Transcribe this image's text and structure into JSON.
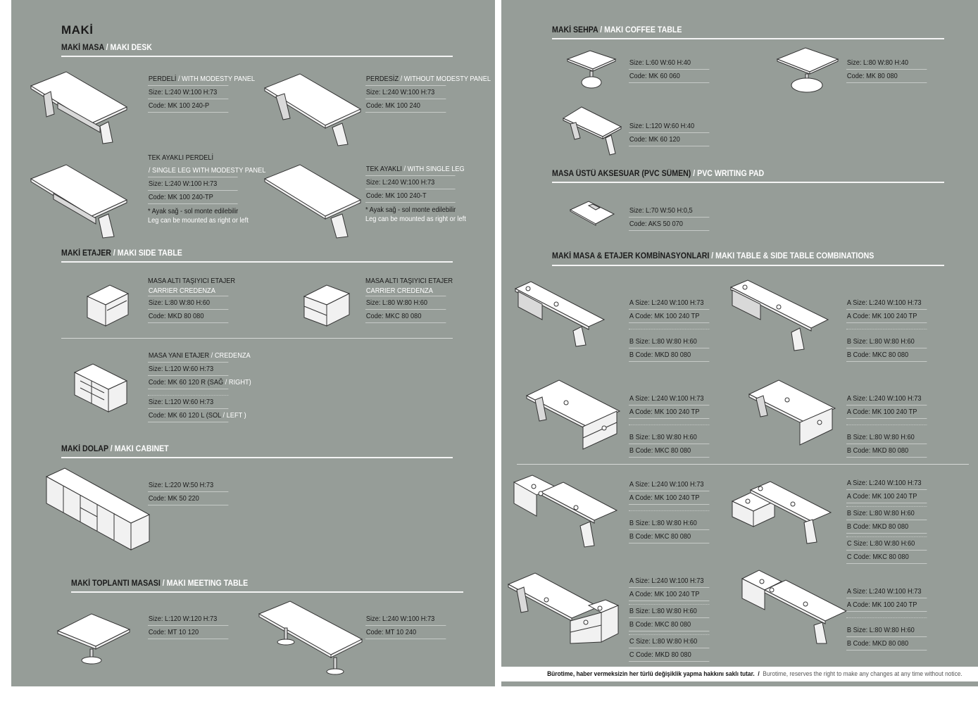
{
  "brand_title": "MAKİ",
  "sections": {
    "desk": {
      "tr": "MAKİ MASA",
      "en": "/ MAKI DESK"
    },
    "side_table": {
      "tr": "MAKİ ETAJER",
      "en": "/ MAKI SIDE TABLE"
    },
    "cabinet": {
      "tr": "MAKİ DOLAP",
      "en": "/ MAKI CABINET"
    },
    "meeting": {
      "tr": "MAKİ TOPLANTI MASASI",
      "en": "/ MAKI MEETING TABLE"
    },
    "coffee": {
      "tr": "MAKİ SEHPA",
      "en": "/ MAKI COFFEE TABLE"
    },
    "pad": {
      "tr": "MASA ÜSTÜ AKSESUAR (PVC SÜMEN)",
      "en": "/ PVC WRITING PAD"
    },
    "combos": {
      "tr": "MAKİ MASA & ETAJER KOMBİNASYONLARI",
      "en": "/ MAKI TABLE & SIDE TABLE COMBINATIONS"
    }
  },
  "desks": [
    {
      "title_tr": "PERDELİ",
      "title_en": "/ WITH MODESTY PANEL",
      "size": "Size: L:240 W:100 H:73",
      "code": "Code: MK 100 240-P"
    },
    {
      "title_tr": "PERDESİZ",
      "title_en": "/ WITHOUT MODESTY PANEL",
      "size": "Size: L:240 W:100 H:73",
      "code": "Code: MK 100 240"
    },
    {
      "title_tr": "TEK AYAKLI PERDELİ",
      "title_en": "/ SINGLE LEG WITH MODESTY PANEL",
      "size": "Size: L:240 W:100 H:73",
      "code": "Code: MK 100 240-TP",
      "note_tr": "* Ayak sağ - sol monte edilebilir",
      "note_en": "Leg can be mounted as right or left"
    },
    {
      "title_tr": "TEK AYAKLI",
      "title_en": "/ WITH SINGLE LEG",
      "size": "Size: L:240 W:100 H:73",
      "code": "Code: MK 100 240-T",
      "note_tr": "* Ayak sağ - sol monte edilebilir",
      "note_en": "Leg can be mounted as right or left"
    }
  ],
  "side_tables": [
    {
      "title_tr": "MASA ALTI TAŞIYICI ETAJER",
      "title_en": "CARRIER CREDENZA",
      "size": "Size: L:80 W:80 H:60",
      "code": "Code: MKD 80 080"
    },
    {
      "title_tr": "MASA ALTI TAŞIYICI ETAJER",
      "title_en": "CARRIER CREDENZA",
      "size": "Size: L:80 W:80 H:60",
      "code": "Code: MKC  80 080"
    },
    {
      "title_tr": "MASA YANI ETAJER",
      "title_en": "/ CREDENZA",
      "size": "Size: L:120 W:60 H:73",
      "code_a": "Code: MK 60 120 R (SAĞ",
      "code_a_en": "/ RIGHT)",
      "size_b": "Size: L:120 W:60 H:73",
      "code_b": "Code: MK 60 120 L (SOL",
      "code_b_en": "/ LEFT )"
    }
  ],
  "cabinet": {
    "size": "Size: L:220 W:50 H:73",
    "code": "Code: MK 50 220"
  },
  "meeting_tables": [
    {
      "size": "Size: L:120 W:120 H:73",
      "code": "Code: MT 10 120"
    },
    {
      "size": "Size: L:240 W:100 H:73",
      "code": "Code: MT 10 240"
    }
  ],
  "coffee_tables": [
    {
      "size": "Size: L:60 W:60 H:40",
      "code": "Code: MK 60 060"
    },
    {
      "size": "Size: L:80 W:80 H:40",
      "code": "Code: MK 80 080"
    },
    {
      "size": "Size: L:120 W:60 H:40",
      "code": "Code: MK 60 120"
    }
  ],
  "writing_pad": {
    "size": "Size: L:70 W:50 H:0,5",
    "code": "Code: AKS 50 070"
  },
  "combinations": [
    {
      "a_size": "A Size: L:240 W:100 H:73",
      "a_code": "A Code: MK 100 240  TP",
      "b_size": "B Size: L:80 W:80 H:60",
      "b_code": "B Code: MKD 80 080"
    },
    {
      "a_size": "A Size: L:240 W:100 H:73",
      "a_code": "A Code: MK 100 240  TP",
      "b_size": "B Size: L:80 W:80 H:60",
      "b_code": "B Code: MKC 80 080"
    },
    {
      "a_size": "A Size: L:240 W:100 H:73",
      "a_code": "A Code: MK 100 240  TP",
      "b_size": "B Size: L:80 W:80 H:60",
      "b_code": "B Code: MKC 80 080"
    },
    {
      "a_size": "A Size: L:240 W:100 H:73",
      "a_code": "A Code: MK 100 240  TP",
      "b_size": "B Size: L:80 W:80 H:60",
      "b_code": "B Code: MKD 80 080"
    },
    {
      "a_size": "A Size: L:240 W:100 H:73",
      "a_code": "A Code: MK 100 240  TP",
      "b_size": "B Size: L:80 W:80 H:60",
      "b_code": "B Code: MKC 80 080"
    },
    {
      "a_size": "A Size: L:240 W:100 H:73",
      "a_code": "A Code: MK 100 240 TP",
      "b_size": "B Size: L:80 W:80 H:60",
      "b_code": "B Code: MKD 80 080",
      "c_size": "C Size: L:80 W:80 H:60",
      "c_code": "C Code: MKC 80 080"
    },
    {
      "a_size": "A Size: L:240 W:100 H:73",
      "a_code": "A Code: MK 100 240  TP",
      "b_size": "B Size: L:80 W:80 H:60",
      "b_code": "B Code: MKC 80 080",
      "c_size": "C Size: L:80 W:80 H:60",
      "c_code": "C Code: MKD 80 080"
    },
    {
      "a_size": "A Size: L:240 W:100 H:73",
      "a_code": "A Code: MK 100 240 TP",
      "b_size": "B Size: L:80 W:80 H:60",
      "b_code": "B Code: MKD 80 080"
    }
  ],
  "footer": {
    "tr": "Bürotime, haber vermeksizin  her türlü değişiklik yapma hakkını saklı tutar.",
    "sep": "/",
    "en": "Burotime, reserves the right to make any changes at any time without notice."
  },
  "colors": {
    "page_bg": "#969d98",
    "accent_text": "#ffffff",
    "text": "#1b1b1b"
  }
}
